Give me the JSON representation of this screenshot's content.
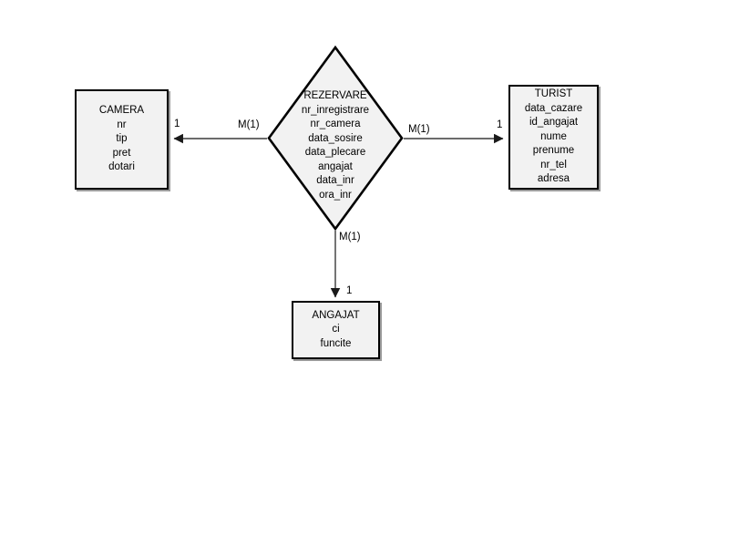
{
  "diagram": {
    "type": "entity-relationship-diagram",
    "background": "#ffffff",
    "shape_fill": "#f2f2f2",
    "shape_stroke": "#000000",
    "entities": [
      {
        "id": "camera",
        "name": "CAMERA",
        "shape": "rectangle",
        "attributes": [
          "nr",
          "tip",
          "pret",
          "dotari"
        ]
      },
      {
        "id": "turist",
        "name": "TURIST",
        "shape": "rectangle",
        "attributes": [
          "data_cazare",
          "id_angajat",
          "nume",
          "prenume",
          "nr_tel",
          "adresa"
        ]
      },
      {
        "id": "angajat",
        "name": "ANGAJAT",
        "shape": "rectangle",
        "attributes": [
          "ci",
          "funcite"
        ]
      }
    ],
    "relationships": [
      {
        "id": "rezervare",
        "name": "REZERVARE",
        "shape": "diamond",
        "attributes": [
          "nr_inregistrare",
          "nr_camera",
          "data_sosire",
          "data_plecare",
          "angajat",
          "data_inr",
          "ora_inr"
        ]
      }
    ],
    "edges": [
      {
        "id": "rezervare-camera",
        "from": "rezervare",
        "to": "camera",
        "direction": "to-entity",
        "arrowhead": "filled-triangle",
        "source_cardinality": "M(1)",
        "target_cardinality": "1"
      },
      {
        "id": "rezervare-turist",
        "from": "rezervare",
        "to": "turist",
        "direction": "to-entity",
        "arrowhead": "filled-triangle",
        "source_cardinality": "M(1)",
        "target_cardinality": "1"
      },
      {
        "id": "rezervare-angajat",
        "from": "rezervare",
        "to": "angajat",
        "direction": "to-entity",
        "arrowhead": "filled-triangle",
        "source_cardinality": "M(1)",
        "target_cardinality": "1"
      }
    ]
  }
}
